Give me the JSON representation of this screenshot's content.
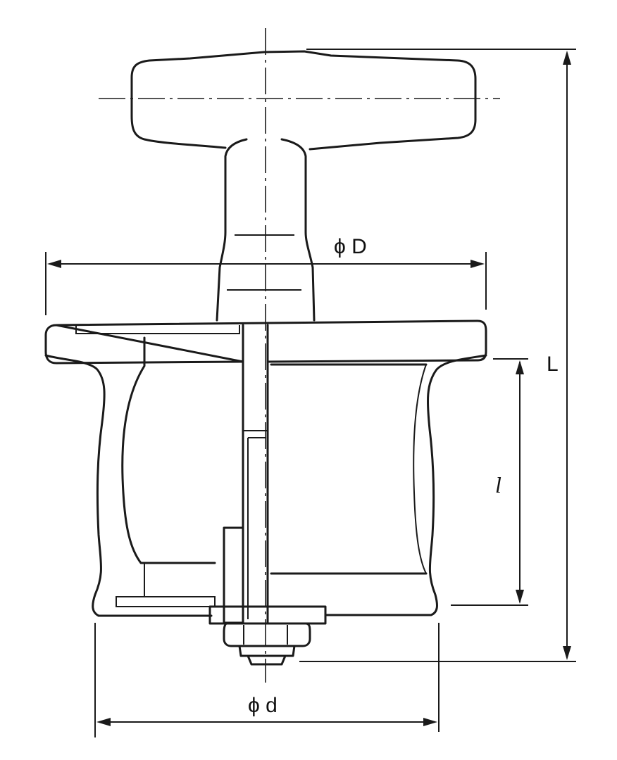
{
  "dimensions": {
    "diameter_D": "ϕ D",
    "diameter_d": "ϕ d",
    "length_L": "L",
    "length_l": "l"
  }
}
